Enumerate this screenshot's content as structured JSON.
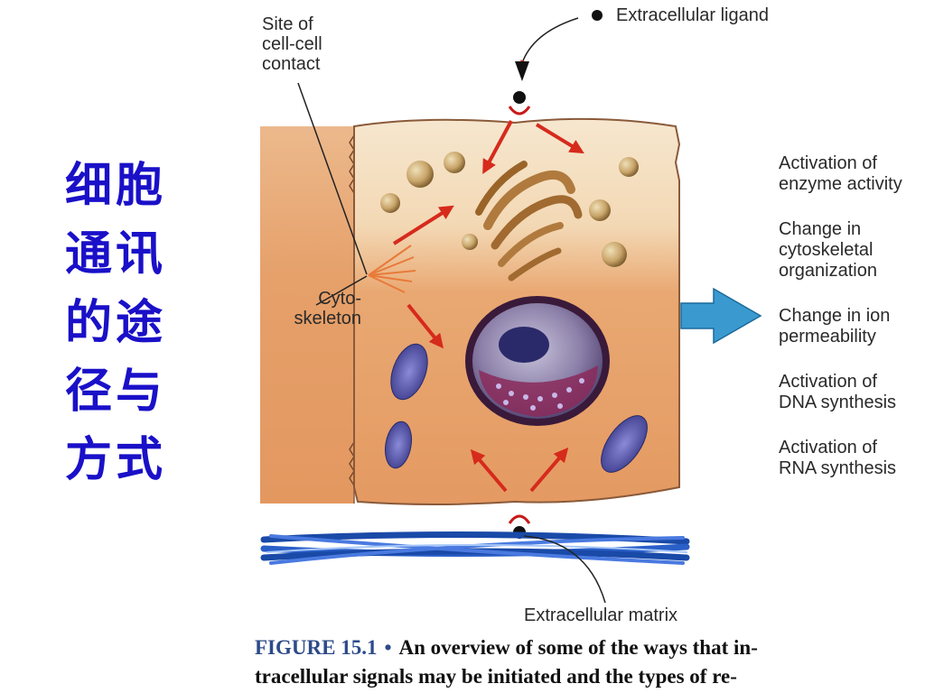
{
  "slide_title_lines": [
    "细胞",
    "通讯",
    "的途",
    "径与",
    "方式"
  ],
  "labels": {
    "site_contact": "Site of\ncell-cell\ncontact",
    "extracellular_ligand": "Extracellular ligand",
    "cytoskeleton": "Cyto-\nskeleton",
    "extracellular_matrix": "Extracellular matrix"
  },
  "effects": [
    "Activation of\nenzyme activity",
    "Change in\ncytoskeletal\norganization",
    "Change in ion\npermeability",
    "Activation of\nDNA synthesis",
    "Activation of\nRNA synthesis"
  ],
  "caption": {
    "figure_number": "FIGURE 15.1",
    "bullet": "•",
    "line1": "An overview of some of the ways that in-",
    "line2": "tracellular signals may be initiated and the types of re-"
  },
  "colors": {
    "title": "#1a10c8",
    "cell_fill": "#e8a46e",
    "arrow": "#d62a1c",
    "matrix": "#2a5fc8",
    "big_arrow": "#3a9ad0"
  }
}
